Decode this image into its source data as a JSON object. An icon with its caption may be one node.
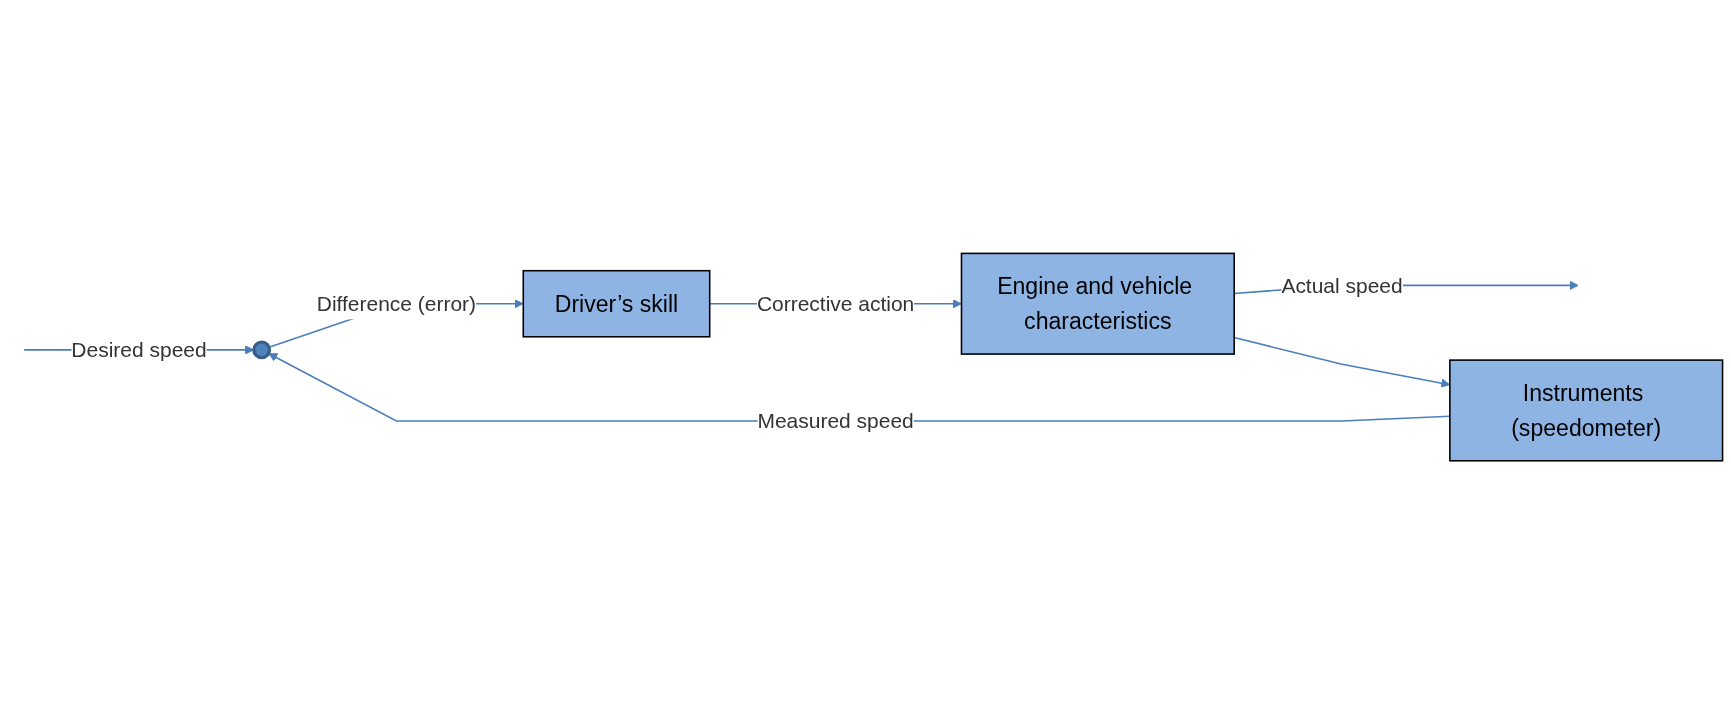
{
  "diagram": {
    "nodes": [
      {
        "text": [],
        "shape": "circle"
      },
      {
        "text": [
          "Driver’s skill"
        ]
      },
      {
        "text": [
          "Engine and vehicle characteristics"
        ]
      },
      {
        "text": [
          "Instruments (speedometer)"
        ]
      }
    ],
    "edges": [
      {
        "from": null,
        "to": 0,
        "arrow": "to",
        "label": "Desired speed"
      },
      {
        "from": 0,
        "to": 1,
        "arrow": "to",
        "label": "Difference (error)"
      },
      {
        "from": 1,
        "to": 2,
        "arrow": "to",
        "label": "Corrective action"
      },
      {
        "from": 2,
        "to": null,
        "arrow": "to",
        "label": "Actual speed"
      },
      {
        "from": 2,
        "to": 3,
        "arrow": "to"
      },
      {
        "from": 3,
        "to": 0,
        "arrow": "to",
        "label": "Measured speed"
      }
    ]
  }
}
